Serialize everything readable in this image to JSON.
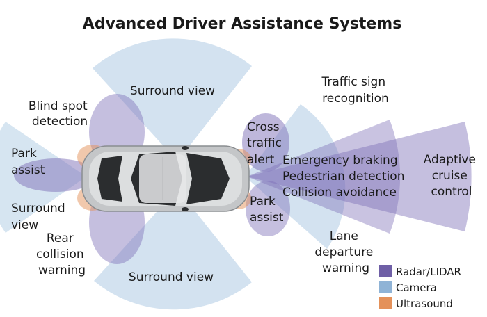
{
  "title": "Advanced Driver Assistance Systems",
  "colors": {
    "radar": "#6f5fa6",
    "camera": "#8fb3d6",
    "ultrasound": "#e4915a",
    "background": "#ffffff",
    "text": "#1a1a1a"
  },
  "labels": {
    "surround_view_top": "Surround view",
    "surround_view_bottom": "Surround view",
    "blind_spot": [
      "Blind spot",
      "detection"
    ],
    "park_assist_rear": [
      "Park",
      "assist"
    ],
    "surround_view_rear": [
      "Surround",
      "view"
    ],
    "rear_collision": [
      "Rear",
      "collision",
      "warning"
    ],
    "cross_traffic": [
      "Cross",
      "traffic",
      "alert"
    ],
    "park_assist_front": [
      "Park",
      "assist"
    ],
    "traffic_sign": [
      "Traffic sign",
      "recognition"
    ],
    "front_functions": [
      "Emergency braking",
      "Pedestrian detection",
      "Collision avoidance"
    ],
    "adaptive_cruise": [
      "Adaptive",
      "cruise",
      "control"
    ],
    "lane_departure": [
      "Lane",
      "departure",
      "warning"
    ]
  },
  "legend": [
    {
      "label": "Radar/LIDAR",
      "color": "#6f5fa6"
    },
    {
      "label": "Camera",
      "color": "#8fb3d6"
    },
    {
      "label": "Ultrasound",
      "color": "#e4915a"
    }
  ]
}
